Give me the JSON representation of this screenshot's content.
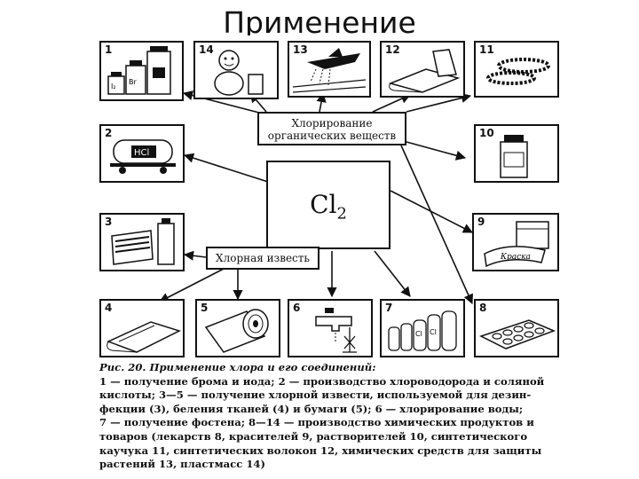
{
  "title": "Применение",
  "center": {
    "element": "Cl",
    "subscript": "2"
  },
  "boxes": {
    "organic_line1": "Хлорирование",
    "organic_line2": "органических веществ",
    "bleach": "Хлорная известь"
  },
  "panels": [
    {
      "number": "1",
      "icon": "bromine-iodine-jars-icon",
      "label_a": "I₂",
      "label_b": "Br"
    },
    {
      "number": "14",
      "icon": "plastic-toys-icon"
    },
    {
      "number": "13",
      "icon": "crop-duster-plane-icon"
    },
    {
      "number": "12",
      "icon": "synthetic-fabric-icon"
    },
    {
      "number": "11",
      "icon": "rubber-rings-icon"
    },
    {
      "number": "2",
      "icon": "tank-wagon-icon",
      "label_a": "HCl"
    },
    {
      "number": "10",
      "icon": "solvent-bottle-icon"
    },
    {
      "number": "3",
      "icon": "disinfection-container-icon"
    },
    {
      "number": "9",
      "icon": "dye-jar-icon",
      "label_a": "Краска"
    },
    {
      "number": "4",
      "icon": "fabric-bolt-icon"
    },
    {
      "number": "5",
      "icon": "paper-roll-icon"
    },
    {
      "number": "6",
      "icon": "water-tap-icon"
    },
    {
      "number": "7",
      "icon": "phosgene-cylinders-icon",
      "label_a": "Cl",
      "label_b": "Cl"
    },
    {
      "number": "8",
      "icon": "pill-blister-icon"
    }
  ],
  "caption": {
    "heading": "Рис. 20. Применение хлора и его соединений:",
    "lines": [
      "1 — получение брома и иода; 2 — производство хлороводорода и соляной",
      "кислоты; 3—5 — получение хлорной извести, используемой для дезин-",
      "фекции (3), беления тканей (4) и бумаги (5); 6 — хлорирование воды;",
      "7 — получение фостена; 8—14 — производство химических продуктов и",
      "товаров (лекарств 8, красителей 9, растворителей 10, синтетического",
      "каучука 11, синтетических волокон 12, химических средств для защиты",
      "растений 13, пластмасс 14)"
    ]
  }
}
